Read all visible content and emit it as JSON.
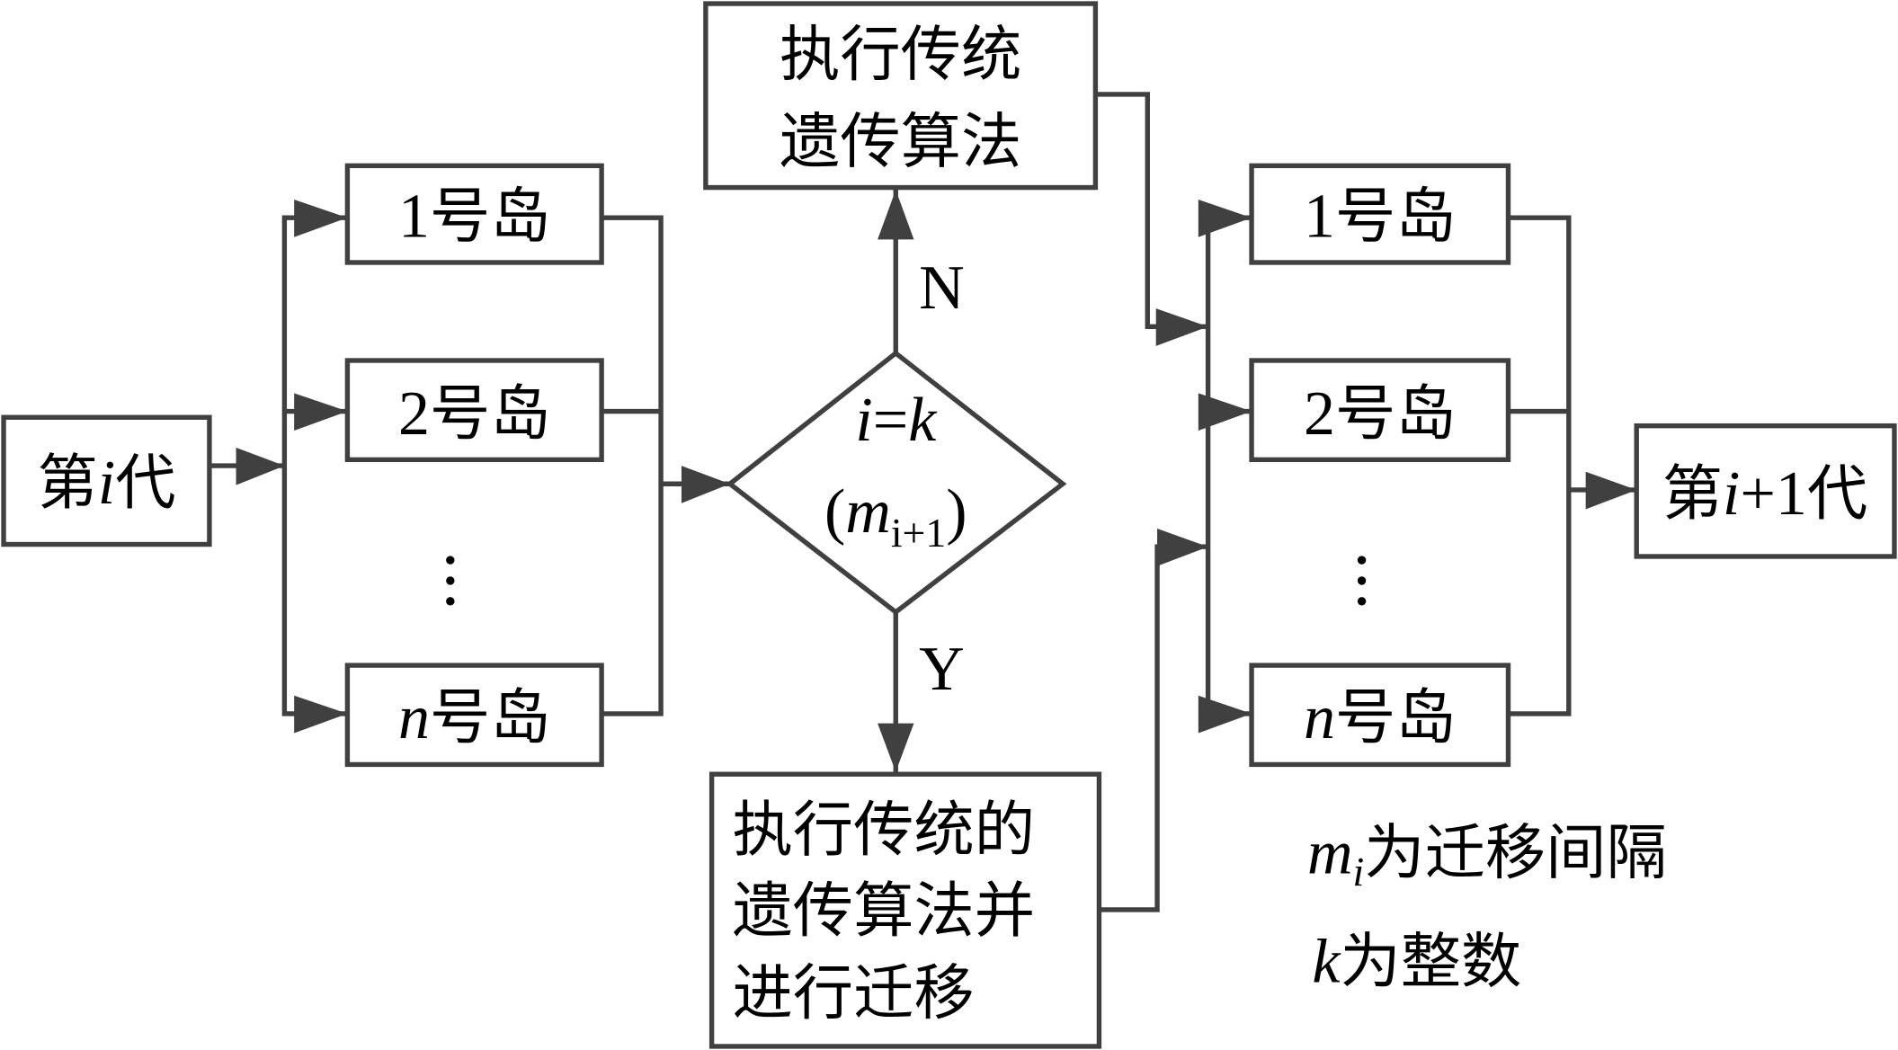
{
  "diagram": {
    "title": "Island-model genetic algorithm migration flowchart",
    "colors": {
      "line": "#404040",
      "text": "#000000",
      "background": "#ffffff"
    },
    "start_node": {
      "prefix": "第",
      "var": "i",
      "suffix": "代"
    },
    "end_node": {
      "prefix": "第",
      "var": "i",
      "op": "+1",
      "suffix": "代"
    },
    "left_islands": [
      {
        "num": "1",
        "label": "号岛",
        "italic": false
      },
      {
        "num": "2",
        "label": "号岛",
        "italic": false
      },
      {
        "num": "n",
        "label": "号岛",
        "italic": true
      }
    ],
    "right_islands": [
      {
        "num": "1",
        "label": "号岛",
        "italic": false
      },
      {
        "num": "2",
        "label": "号岛",
        "italic": false
      },
      {
        "num": "n",
        "label": "号岛",
        "italic": true
      }
    ],
    "ellipsis": "⋮",
    "decision": {
      "line1_var1": "i",
      "line1_op": "=",
      "line1_var2": "k",
      "line2_open": "(",
      "line2_var": "m",
      "line2_sub": "i+1",
      "line2_close": ")"
    },
    "branch_no": {
      "label": "N"
    },
    "branch_yes": {
      "label": "Y"
    },
    "process_no": {
      "lines": [
        "执行传统",
        "遗传算法"
      ]
    },
    "process_yes": {
      "lines": [
        "执行传统的",
        "遗传算法并",
        "进行迁移"
      ]
    },
    "legend": [
      {
        "var": "m",
        "sub": "i",
        "text": "为迁移间隔"
      },
      {
        "var": "k",
        "sub": "",
        "text": "为整数"
      }
    ]
  }
}
